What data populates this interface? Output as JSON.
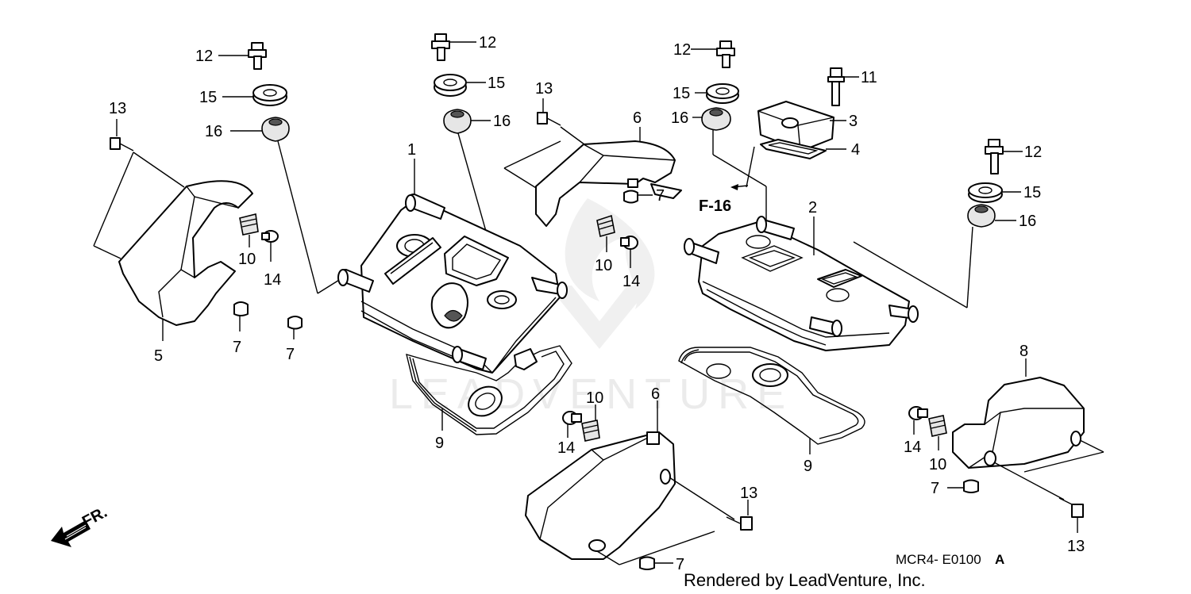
{
  "callouts": {
    "c12a": "12",
    "c15a": "15",
    "c16a": "16",
    "c13a": "13",
    "c10a": "10",
    "c14a": "14",
    "c5": "5",
    "c7a": "7",
    "c7b": "7",
    "c12b": "12",
    "c15b": "15",
    "c16b": "16",
    "c1": "1",
    "c9a": "9",
    "c13b": "13",
    "c6a": "6",
    "c7c": "7",
    "c10b": "10",
    "c14b": "14",
    "c12c": "12",
    "c15c": "15",
    "c16c": "16",
    "c11": "11",
    "c3": "3",
    "c4": "4",
    "c2": "2",
    "c9b": "9",
    "c12d": "12",
    "c15d": "15",
    "c16d": "16",
    "c6b": "6",
    "c10c": "10",
    "c14c": "14",
    "c13c": "13",
    "c7d": "7",
    "c8": "8",
    "c14d": "14",
    "c10d": "10",
    "c7e": "7",
    "c13d": "13"
  },
  "ref_label": "F-16",
  "direction_label": "FR.",
  "diagram_code": "MCR4- E0100",
  "diagram_code_suffix": "A",
  "watermark": "LEADVENTURE",
  "credit": "Rendered by LeadVenture, Inc."
}
